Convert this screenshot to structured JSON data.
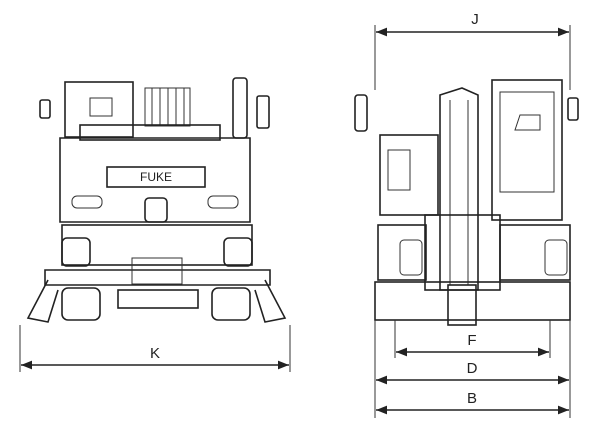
{
  "rear_view": {
    "brand": "FUKE",
    "dimension_labels": {
      "width": "K"
    }
  },
  "front_view": {
    "dimension_labels": {
      "overall_width": "J",
      "track_inner": "F",
      "track_gauge": "D",
      "overall_base": "B"
    }
  }
}
